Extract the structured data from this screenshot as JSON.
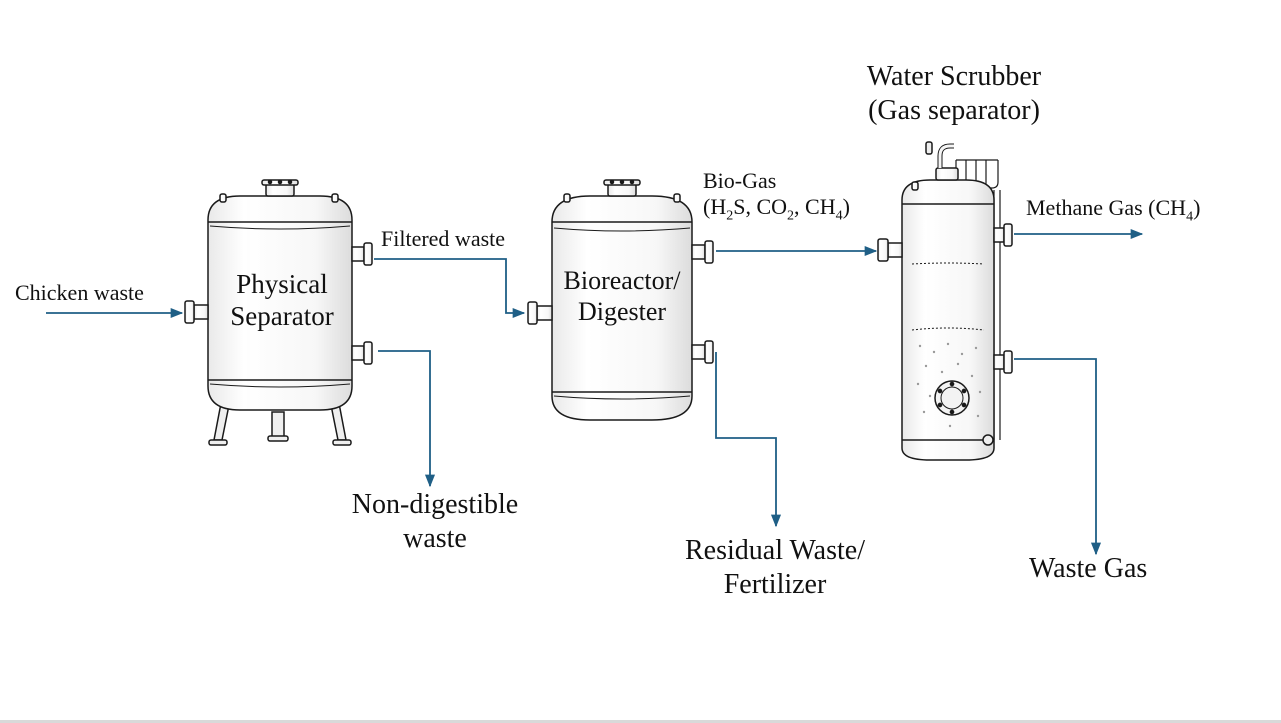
{
  "equipment": {
    "physical_separator": {
      "line1": "Physical",
      "line2": "Separator"
    },
    "bioreactor": {
      "line1": "Bioreactor/",
      "line2": "Digester"
    },
    "scrubber": {
      "line1": "Water Scrubber",
      "line2": "(Gas separator)"
    }
  },
  "streams": {
    "chicken_waste": "Chicken waste",
    "filtered_waste": "Filtered waste",
    "non_digestible": {
      "line1": "Non-digestible",
      "line2": "waste"
    },
    "biogas": {
      "line1": "Bio-Gas",
      "open": "(H",
      "sub_h2": "2",
      "s_co": "S, CO",
      "sub_co2": "2",
      "ch": ", CH",
      "sub_ch4": "4",
      "close": ")"
    },
    "residual": {
      "line1": "Residual Waste/",
      "line2": "Fertilizer"
    },
    "methane": {
      "text": "Methane Gas (CH",
      "sub": "4",
      "close": ")"
    },
    "waste_gas": "Waste Gas"
  },
  "colors": {
    "arrow": "#1f5f86",
    "vessel_stroke": "#1a1a1a",
    "vessel_fill": "#fafafa"
  }
}
